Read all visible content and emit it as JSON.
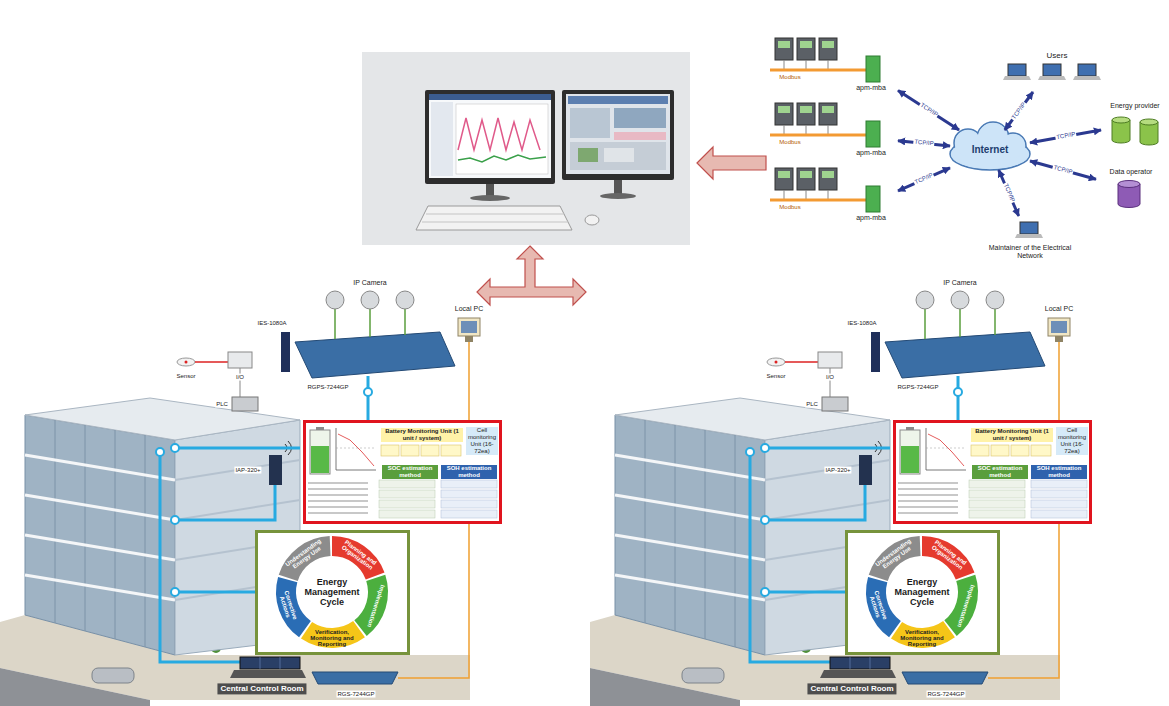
{
  "diagram": {
    "nodes": [
      {
        "text": [
          "Internet"
        ]
      },
      {
        "text": [
          "Users"
        ]
      },
      {
        "text": [
          "Energy provider"
        ]
      },
      {
        "text": [
          "Data operator"
        ]
      },
      {
        "text": [
          "Maintainer of the Electrical Network"
        ]
      },
      {
        "text": [
          "apm-mba"
        ]
      },
      {
        "text": [
          "apm-mba"
        ]
      },
      {
        "text": [
          "apm-mba"
        ]
      },
      {
        "text": [
          "Battery Monitoring Unit (1 unit / system)",
          "Cell monitoring Unit (16-72ea)",
          "SOC estimation method",
          "SOH estimation method"
        ]
      },
      {
        "text": [
          "Energy Management Cycle"
        ]
      },
      {
        "text": [
          "Battery Monitoring Unit (1 unit / system)",
          "Cell monitoring Unit (16-72ea)",
          "SOC estimation method",
          "SOH estimation method"
        ]
      },
      {
        "text": [
          "Energy Management Cycle"
        ]
      }
    ],
    "edges": [
      {
        "from": 0,
        "to": 1,
        "label": "TCP/IP",
        "arrow": "both"
      },
      {
        "from": 0,
        "to": 2,
        "label": "TCP/IP",
        "arrow": "both"
      },
      {
        "from": 0,
        "to": 3,
        "label": "TCP/IP",
        "arrow": "both"
      },
      {
        "from": 0,
        "to": 4,
        "label": "TCP/IP",
        "arrow": "both"
      },
      {
        "from": 0,
        "to": 5,
        "label": "TCP/IP",
        "arrow": "both"
      },
      {
        "from": 0,
        "to": 6,
        "label": "TCP/IP",
        "arrow": "both"
      },
      {
        "from": 0,
        "to": 7,
        "label": "TCP/IP",
        "arrow": "both"
      }
    ],
    "labels": [
      "IP Camera",
      "IES-1080A",
      "Local PC",
      "RGPS-7244GP",
      "Sensor",
      "I/O",
      "PLC",
      "IAP-320+",
      "Central Control Room",
      "RGS-7244GP",
      "Understanding Energy Use",
      "Planning and Organization",
      "Implementation",
      "Verification, Monitoring and Reporting",
      "Corrective Actions",
      "IP Camera",
      "IES-1080A",
      "Local PC",
      "RGPS-7244GP",
      "Sensor",
      "I/O",
      "PLC",
      "IAP-320+",
      "Central Control Room",
      "RGS-7244GP",
      "Understanding Energy Use",
      "Planning and Organization",
      "Implementation",
      "Verification, Monitoring and Reporting",
      "Corrective Actions",
      "Modbus",
      "Modbus",
      "Modbus"
    ]
  }
}
